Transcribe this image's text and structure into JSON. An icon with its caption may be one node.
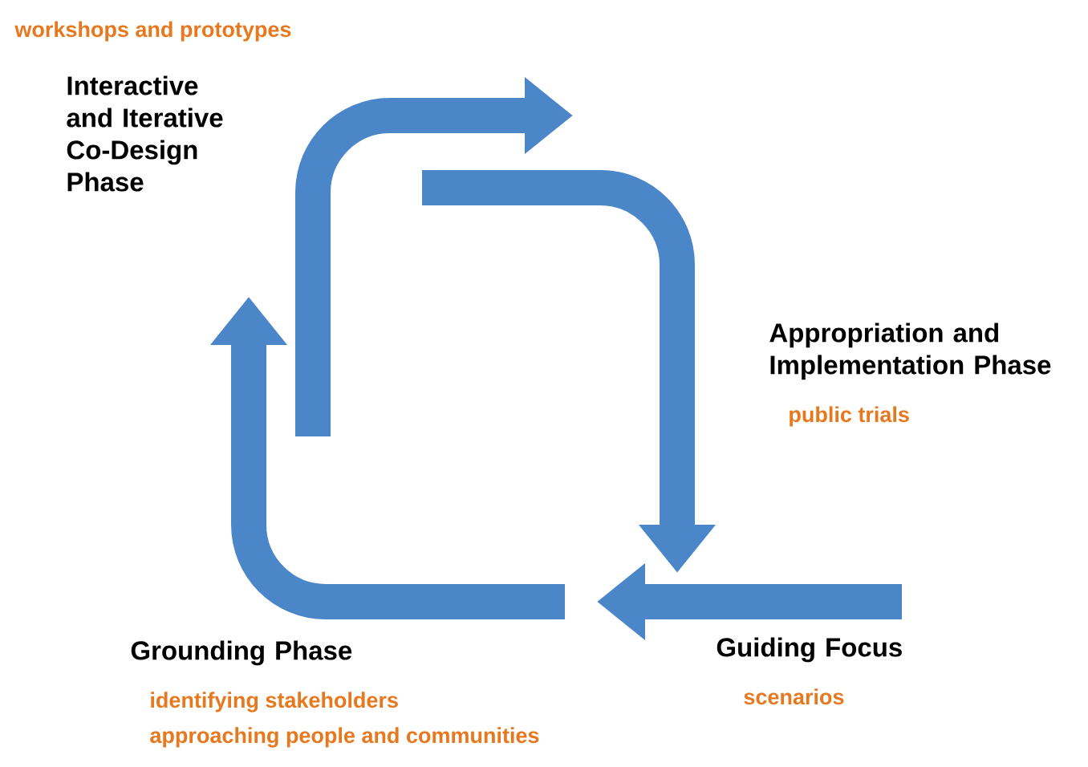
{
  "diagram": {
    "nodes": [
      {
        "text": [
          "Interactive and Iterative Co-Design Phase"
        ],
        "beside": [
          "workshops and prototypes"
        ]
      },
      {
        "text": [
          "Appropriation and Implementation Phase"
        ],
        "beside": [
          "public trials"
        ]
      },
      {
        "text": [
          "Guiding Focus"
        ],
        "beside": [
          "scenarios"
        ]
      },
      {
        "text": [
          "Grounding Phase"
        ],
        "beside": [
          "identifying stakeholders",
          "approaching people and communities"
        ]
      }
    ]
  }
}
